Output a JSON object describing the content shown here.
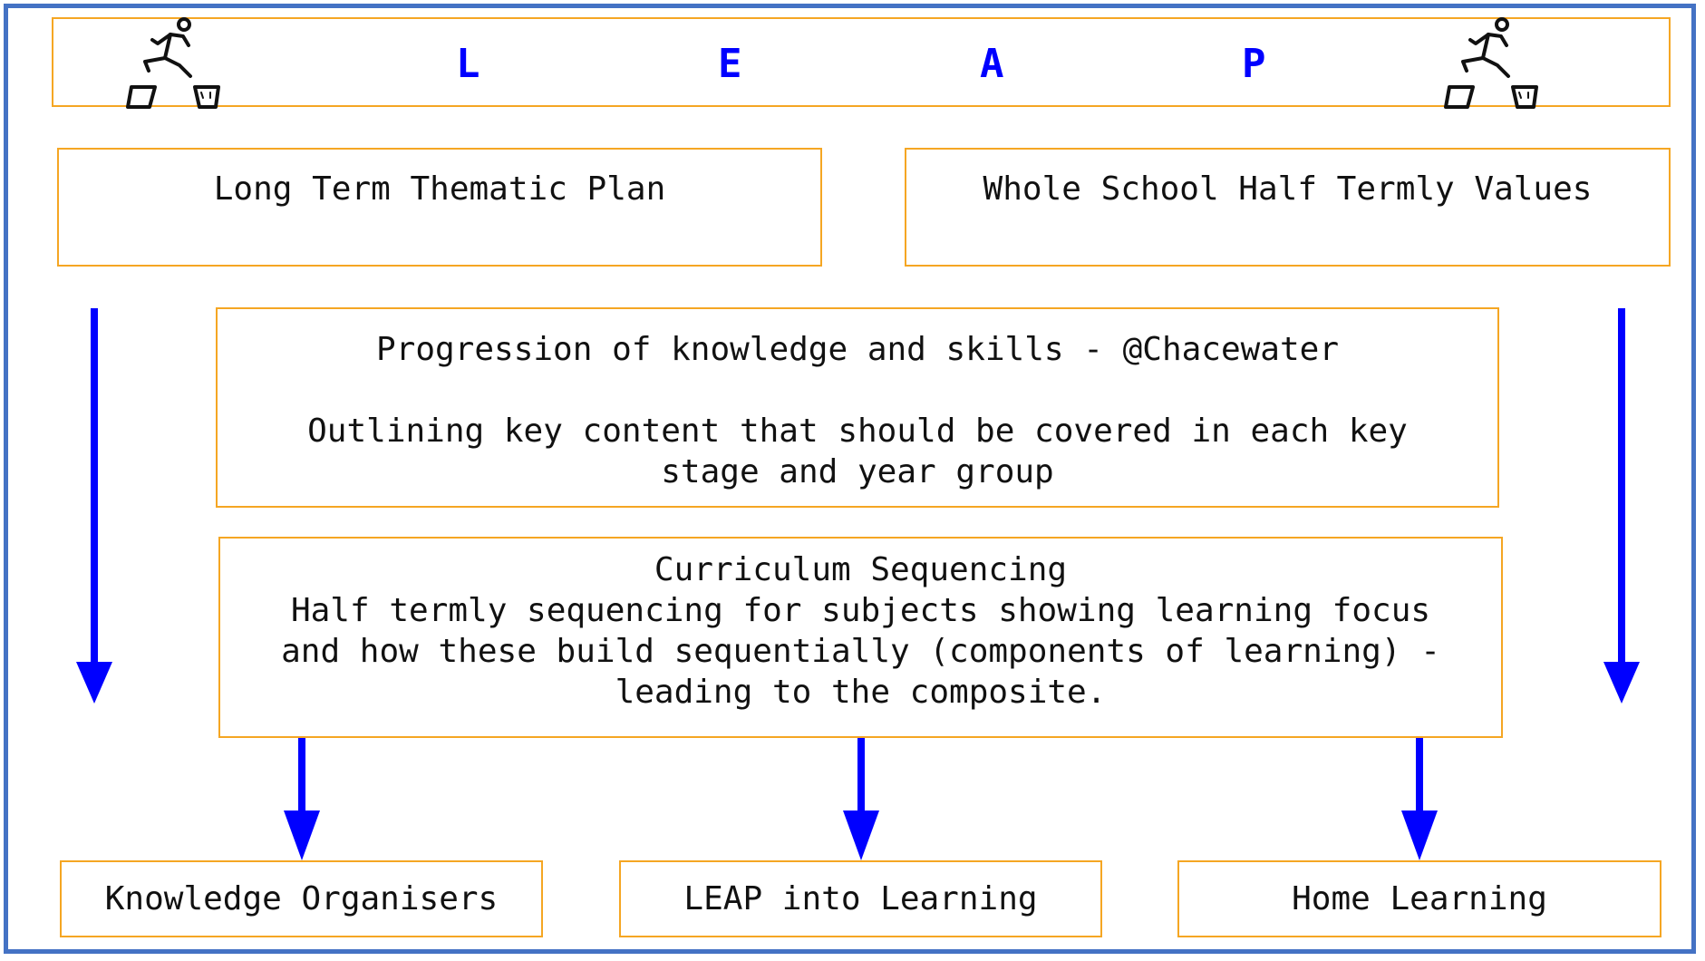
{
  "header": {
    "letters": [
      "L",
      "E",
      "A",
      "P"
    ]
  },
  "boxes": {
    "long_term": "Long Term Thematic Plan",
    "values": "Whole School Half Termly Values",
    "progression": {
      "title": "Progression of knowledge and skills - @Chacewater",
      "line1": "Outlining key content that should be covered in each key",
      "line2": "stage and year group"
    },
    "sequencing": {
      "title": "Curriculum Sequencing",
      "line1": "Half termly sequencing for subjects showing learning focus",
      "line2": "and how these build sequentially (components of learning) -",
      "line3": "leading to the composite."
    },
    "outputs": [
      "Knowledge Organisers",
      "LEAP into Learning",
      "Home Learning"
    ]
  },
  "colors": {
    "frame": "#4472C4",
    "box_border": "#F5A623",
    "arrow": "#0000FF",
    "letters": "#0000FF"
  },
  "icons": [
    "leaping-runner-icon",
    "leaping-runner-icon"
  ]
}
